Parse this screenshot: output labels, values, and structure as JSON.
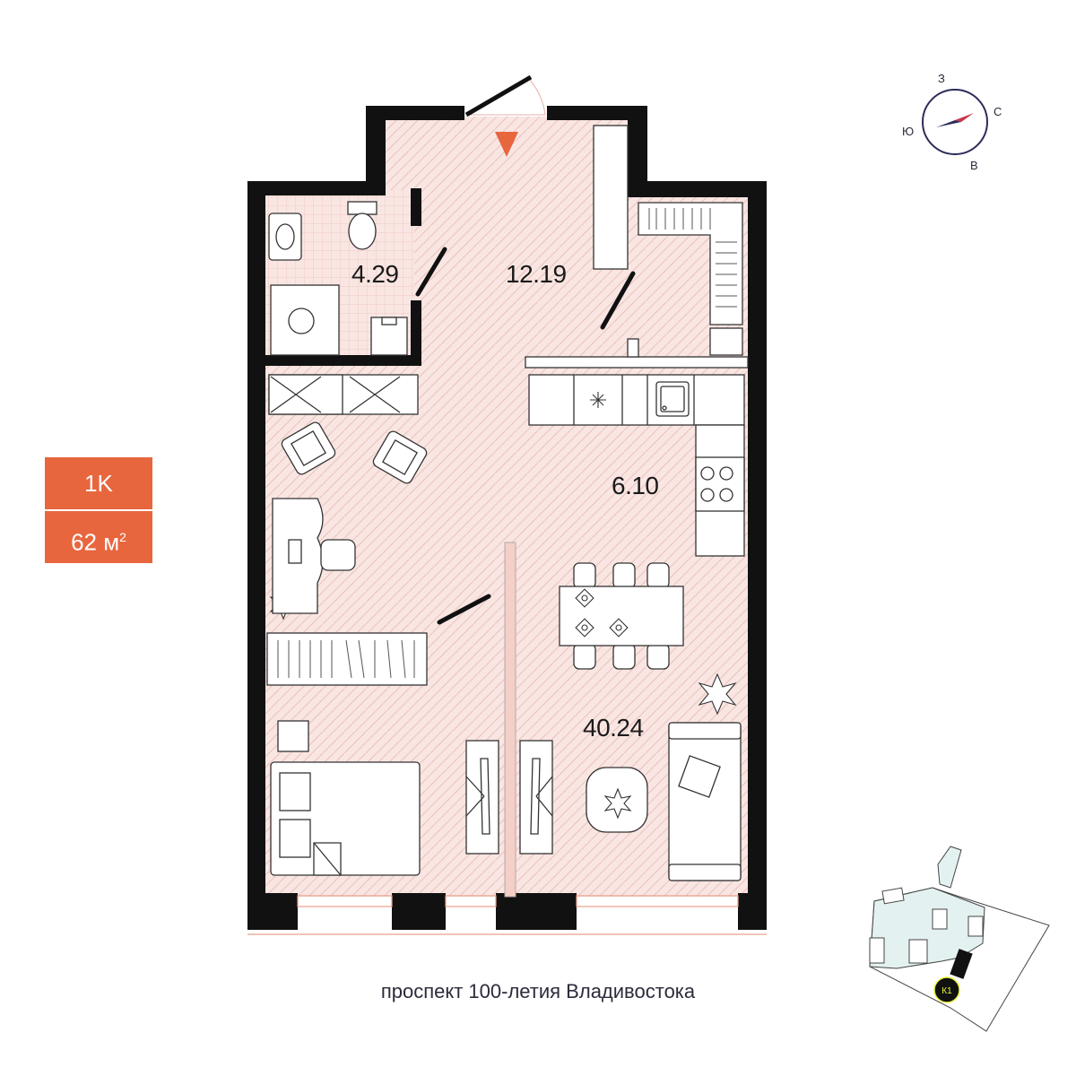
{
  "badge": {
    "type": "1K",
    "area_value": "62 м",
    "area_sup": "2"
  },
  "rooms": {
    "bathroom": "4.29",
    "hall": "12.19",
    "kitchen": "6.10",
    "living": "40.24"
  },
  "street": "проспект 100-летия Владивостока",
  "compass": {
    "north": "З",
    "east": "С",
    "south": "В",
    "west": "Ю"
  },
  "site_marker": "К1",
  "colors": {
    "accent": "#e8663e",
    "wall": "#111111",
    "floor": "#f9e6e3",
    "tile": "#f7d9d3",
    "compass_red": "#c8354a",
    "compass_navy": "#2d2c5a",
    "site_fill": "#e4f1f1",
    "marker_yellow": "#e9f53a"
  }
}
